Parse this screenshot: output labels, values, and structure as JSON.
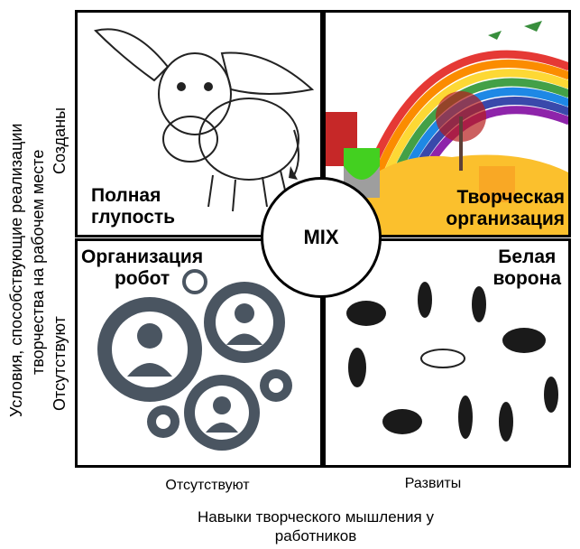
{
  "quadrants": {
    "top_left": {
      "label_line1": "Полная",
      "label_line2": "глупость",
      "image": "donkey-sketch"
    },
    "top_right": {
      "label_line1": "Творческая",
      "label_line2": "организация",
      "image": "rainbow-paint"
    },
    "bottom_left": {
      "label_line1": "Организация",
      "label_line2": "робот",
      "image": "gears-people"
    },
    "bottom_right": {
      "label_line1": "Белая",
      "label_line2": "ворона",
      "image": "crows"
    }
  },
  "center": {
    "label": "MIX"
  },
  "y_axis": {
    "title_line1": "Условия, способствующие реализации",
    "title_line2": "творчества на рабочем месте",
    "high": "Созданы",
    "low": "Отсутствуют"
  },
  "x_axis": {
    "low": "Отсутствуют",
    "high": "Развиты",
    "title_line1": "Навыки творческого мышления у",
    "title_line2": "работников"
  }
}
